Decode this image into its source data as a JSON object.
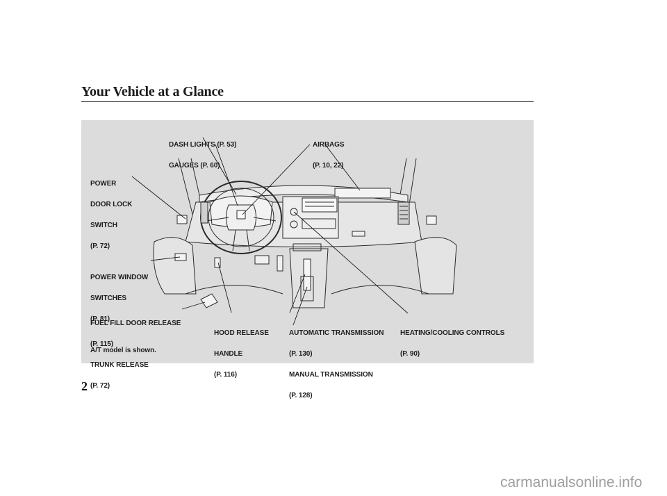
{
  "page": {
    "title": "Your Vehicle at a Glance",
    "page_number": "2",
    "watermark": "carmanualsonline.info"
  },
  "callouts": {
    "dash_lights": {
      "line1": "DASH LIGHTS (P. 53)",
      "line2": "GAUGES (P. 60)"
    },
    "airbags": {
      "line1": "AIRBAGS",
      "line2": "(P. 10, 22)"
    },
    "power_door_lock": {
      "line1": "POWER",
      "line2": "DOOR LOCK",
      "line3": "SWITCH",
      "line4": "(P. 72)"
    },
    "power_window": {
      "line1": "POWER WINDOW",
      "line2": "SWITCHES",
      "line3": "(P. 81)"
    },
    "fuel_trunk": {
      "line1": "FUEL FILL DOOR RELEASE",
      "line2": "(P. 115)",
      "line3": "TRUNK RELEASE",
      "line4": "(P. 72)"
    },
    "hood_release": {
      "line1": "HOOD RELEASE",
      "line2": "HANDLE",
      "line3": "(P. 116)"
    },
    "transmission": {
      "line1": "AUTOMATIC TRANSMISSION",
      "line2": "(P. 130)",
      "line3": "MANUAL TRANSMISSION",
      "line4": "(P. 128)"
    },
    "heating_cooling": {
      "line1": "HEATING/COOLING CONTROLS",
      "line2": "(P. 90)"
    }
  },
  "caption": "A/T model is shown.",
  "colors": {
    "panel_background": "#dcdcdc",
    "line_art": "#2b2b2b",
    "watermark": "#9e9e9e"
  }
}
